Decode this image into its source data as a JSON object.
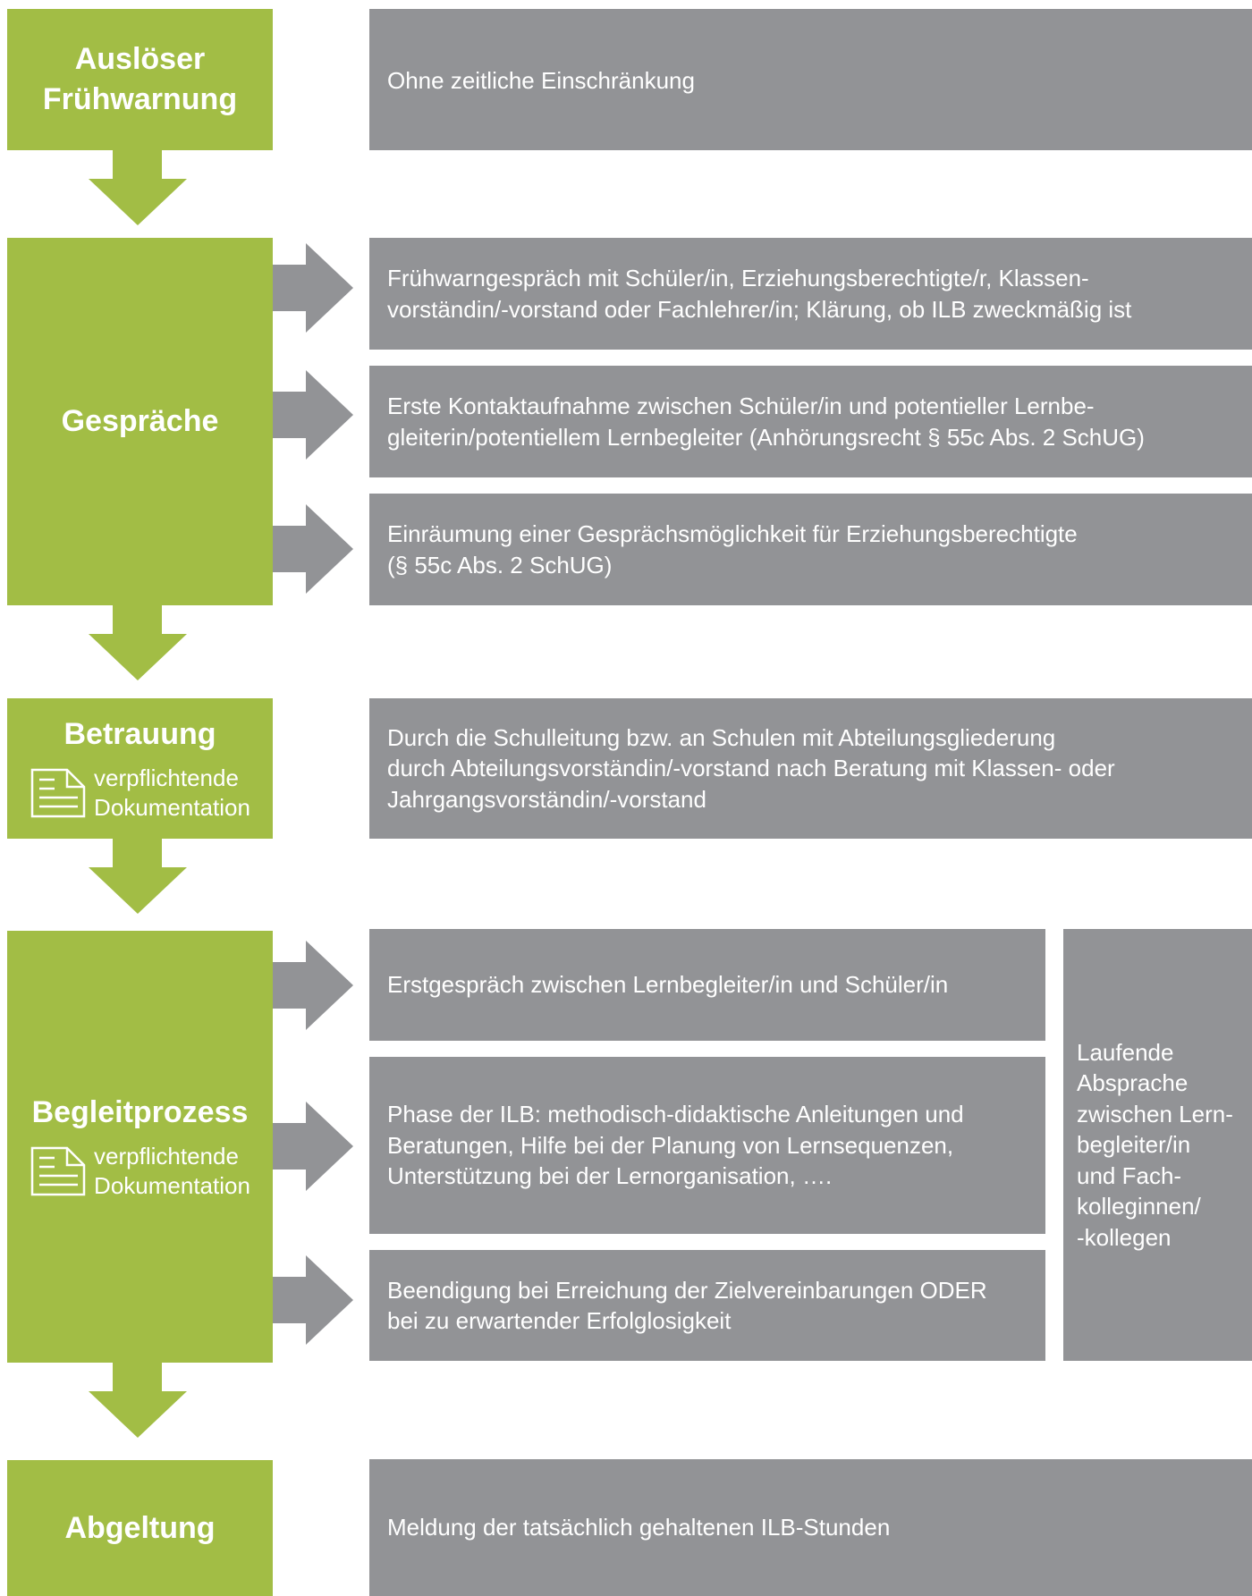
{
  "colors": {
    "green": "#a2bd45",
    "gray": "#929396",
    "white": "#ffffff"
  },
  "icons": {
    "document": "document-icon",
    "arrow_down": "arrow-down-icon",
    "arrow_right": "arrow-right-icon"
  },
  "stages": {
    "ausloeser": {
      "title": "Auslöser\nFrühwarnung"
    },
    "gespraeche": {
      "title": "Gespräche"
    },
    "betrauung": {
      "title": "Betrauung",
      "doc": "verpflichtende\nDokumentation"
    },
    "begleitprozess": {
      "title": "Begleitprozess",
      "doc": "verpflichtende\nDokumentation"
    },
    "abgeltung": {
      "title": "Abgeltung"
    }
  },
  "boxes": {
    "ausloeser": "Ohne zeitliche Einschränkung",
    "gespraeche_1": "Frühwarngespräch mit Schüler/in, Erziehungsberechtigte/r, Klassen-\nvorständin/-vorstand oder Fachlehrer/in; Klärung, ob ILB zweckmäßig ist",
    "gespraeche_2": "Erste Kontaktaufnahme zwischen Schüler/in und potentieller Lernbe-\ngleiterin/potentiellem Lernbegleiter (Anhörungsrecht § 55c Abs. 2  SchUG)",
    "gespraeche_3": "Einräumung einer Gesprächsmöglichkeit für Erziehungsberechtigte\n(§ 55c Abs. 2 SchUG)",
    "betrauung": "Durch die Schulleitung bzw. an Schulen mit Abteilungsgliederung\ndurch Abteilungsvorständin/-vorstand nach Beratung mit Klassen- oder\nJahrgangsvorständin/-vorstand",
    "begleit_1": "Erstgespräch zwischen Lernbegleiter/in und Schüler/in",
    "begleit_2": "Phase der ILB: methodisch-didaktische Anleitungen und\nBeratungen, Hilfe bei der Planung von Lernsequenzen,\nUnterstützung bei der Lernorganisation, ….",
    "begleit_3": "Beendigung bei Erreichung der Zielvereinbarungen ODER\nbei zu erwartender Erfolglosigkeit",
    "begleit_side": "Laufende\nAbsprache\nzwischen Lern-\nbegleiter/in\nund Fach-\nkolleginnen/\n-kollegen",
    "abgeltung": "Meldung der tatsächlich gehaltenen ILB-Stunden"
  }
}
